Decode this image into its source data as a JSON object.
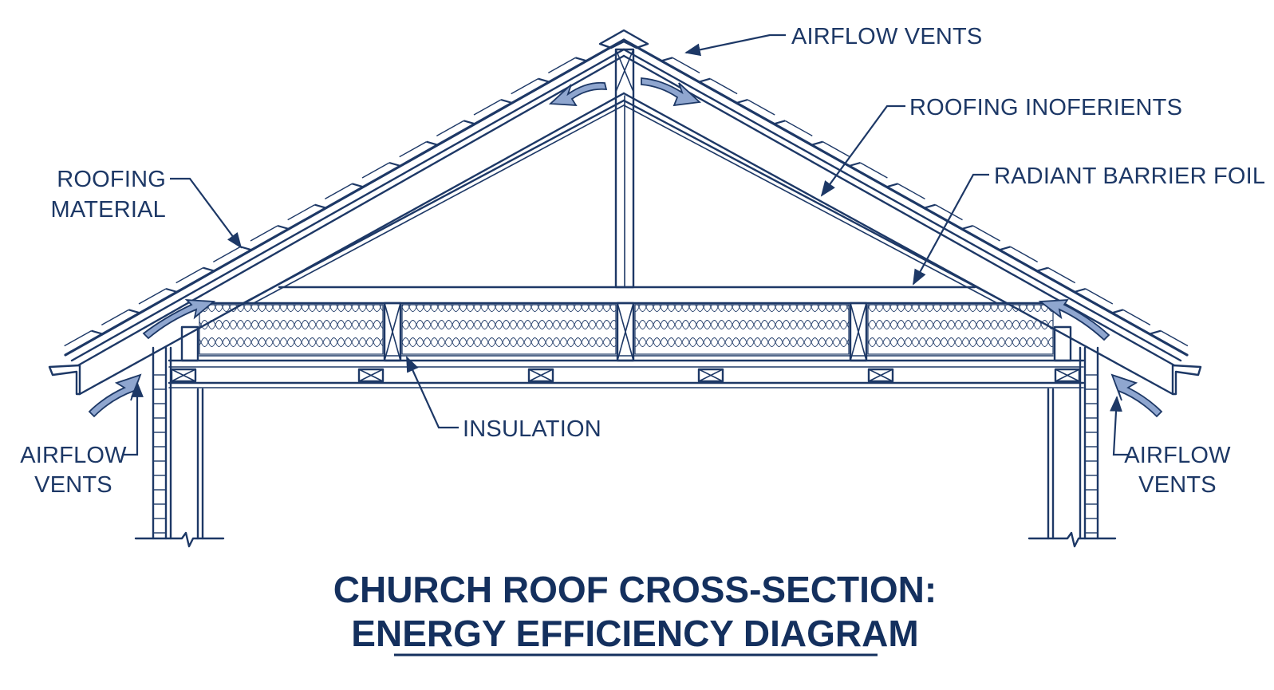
{
  "diagram": {
    "title_line1": "CHURCH ROOF CROSS-SECTION:",
    "title_line2": "ENERGY EFFICIENCY DIAGRAM",
    "colors": {
      "ink": "#1d3866",
      "title": "#14305e",
      "airflow_arrow": "#8fa6cf",
      "background": "#ffffff"
    },
    "labels": {
      "airflow_vents_top": "AIRFLOW VENTS",
      "roofing_ingredients": "ROOFING INOFERIENTS",
      "radiant_barrier_foil": "RADIANT BARRIER FOIL",
      "roofing_material_line1": "ROOFING",
      "roofing_material_line2": "MATERIAL",
      "insulation": "INSULATION",
      "airflow_vents_left_line1": "AIRFLOW",
      "airflow_vents_left_line2": "VENTS",
      "airflow_vents_right_line1": "AIRFLOW",
      "airflow_vents_right_line2": "VENTS"
    }
  }
}
